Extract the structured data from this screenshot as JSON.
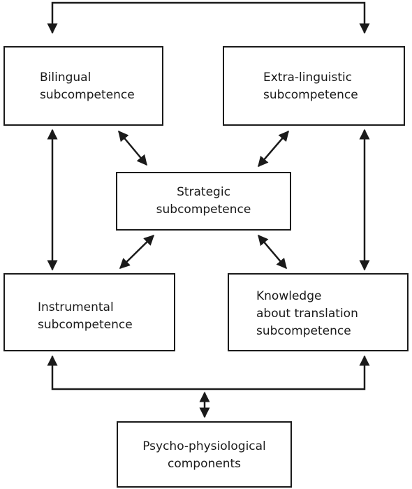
{
  "diagram": {
    "boxes": {
      "bilingual": [
        "Bilingual",
        "subcompetence"
      ],
      "extra_linguistic": [
        "Extra-linguistic",
        "subcompetence"
      ],
      "strategic": [
        "Strategic",
        "subcompetence"
      ],
      "instrumental": [
        "Instrumental",
        "subcompetence"
      ],
      "knowledge": [
        "Knowledge",
        "about translation",
        "subcompetence"
      ],
      "psycho": [
        "Psycho-physiological",
        "components"
      ]
    },
    "colors": {
      "stroke": "#1a1a1a",
      "background": "#ffffff"
    }
  }
}
